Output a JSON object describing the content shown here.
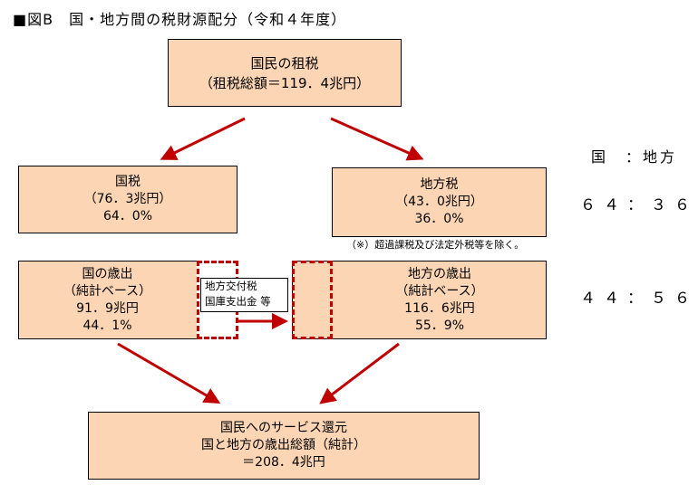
{
  "title": "■図B　国・地方間の税財源配分（令和４年度）",
  "total": {
    "line1": "国民の租税",
    "line2": "（租税総額＝119．4兆円）"
  },
  "national_tax": {
    "label": "国税",
    "amount": "（76．3兆円）",
    "share": "64．0%"
  },
  "local_tax": {
    "label": "地方税",
    "amount": "（43．0兆円）",
    "share": "36．0%"
  },
  "note": "（※）超過課税及び法定外税等を除く。",
  "national_exp": {
    "label": "国の歳出",
    "basis": "（純計ベース）",
    "amount": "91．9兆円",
    "share": "44．1%"
  },
  "local_exp": {
    "label": "地方の歳出",
    "basis": "（純計ベース）",
    "amount": "116．6兆円",
    "share": "55．9%"
  },
  "transfer": {
    "line1": "地方交付税",
    "line2": "国庫支出金 等"
  },
  "service": {
    "line1": "国民へのサービス還元",
    "line2": "国と地方の歳出総額（純計）",
    "line3": "＝208．4兆円"
  },
  "ratios": {
    "header": "国　：地方",
    "tax": "６４：３６",
    "exp": "４４：５６"
  },
  "colors": {
    "box": "#fcd5b4",
    "arrow": "#c00000"
  }
}
